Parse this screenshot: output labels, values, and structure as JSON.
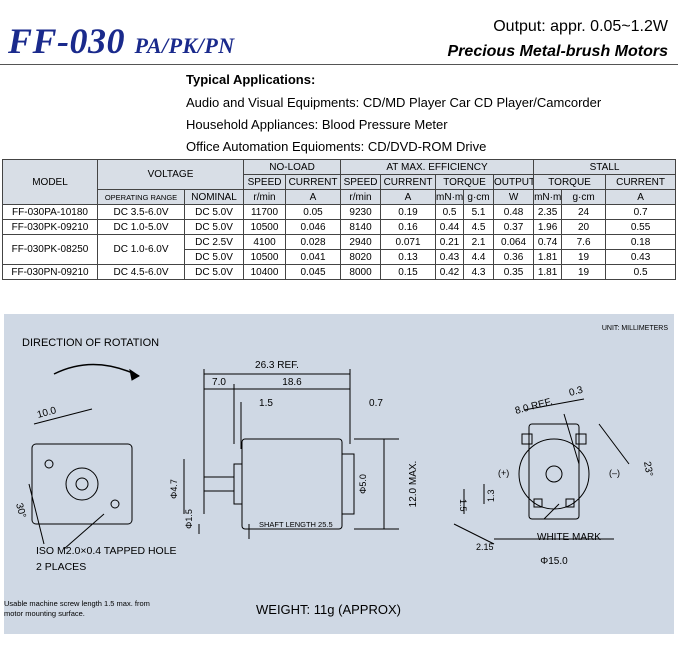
{
  "header": {
    "model": "FF-030",
    "model_suffix": "PA/PK/PN",
    "output": "Output: appr. 0.05~1.2W",
    "subtitle": "Precious Metal-brush Motors"
  },
  "applications": {
    "heading": "Typical Applications:",
    "lines": [
      "Audio and Visual Equipments: CD/MD Player Car CD Player/Camcorder",
      "Household Appliances: Blood Pressure Meter",
      "Office Automation Equioments: CD/DVD-ROM Drive"
    ]
  },
  "table": {
    "model": "MODEL",
    "voltage": "VOLTAGE",
    "no_load": "NO-LOAD",
    "max_eff": "AT MAX. EFFICIENCY",
    "stall": "STALL",
    "speed": "SPEED",
    "current": "CURRENT",
    "torque": "TORQUE",
    "output": "OUTPUT",
    "operating_range": "OPERATING RANGE",
    "nominal": "NOMINAL",
    "unit_rmin": "r/min",
    "unit_a": "A",
    "unit_mnm": "mN·m",
    "unit_gcm": "g·cm",
    "unit_w": "W",
    "rows": [
      {
        "model": "FF-030PA-10180",
        "range": "DC 3.5-6.0V",
        "nominal": "DC 5.0V",
        "nl_speed": "11700",
        "nl_current": "0.05",
        "me_speed": "9230",
        "me_current": "0.19",
        "me_tq_mnm": "0.5",
        "me_tq_gcm": "5.1",
        "me_output": "0.48",
        "st_tq_mnm": "2.35",
        "st_tq_gcm": "24",
        "st_current": "0.7"
      },
      {
        "model": "FF-030PK-09210",
        "range": "DC 1.0-5.0V",
        "nominal": "DC 5.0V",
        "nl_speed": "10500",
        "nl_current": "0.046",
        "me_speed": "8140",
        "me_current": "0.16",
        "me_tq_mnm": "0.44",
        "me_tq_gcm": "4.5",
        "me_output": "0.37",
        "st_tq_mnm": "1.96",
        "st_tq_gcm": "20",
        "st_current": "0.55"
      },
      {
        "model": "FF-030PK-08250",
        "range": "DC 1.0-6.0V",
        "nominal": "DC 2.5V",
        "nl_speed": "4100",
        "nl_current": "0.028",
        "me_speed": "2940",
        "me_current": "0.071",
        "me_tq_mnm": "0.21",
        "me_tq_gcm": "2.1",
        "me_output": "0.064",
        "st_tq_mnm": "0.74",
        "st_tq_gcm": "7.6",
        "st_current": "0.18"
      },
      {
        "nominal": "DC 5.0V",
        "nl_speed": "10500",
        "nl_current": "0.041",
        "me_speed": "8020",
        "me_current": "0.13",
        "me_tq_mnm": "0.43",
        "me_tq_gcm": "4.4",
        "me_output": "0.36",
        "st_tq_mnm": "1.81",
        "st_tq_gcm": "19",
        "st_current": "0.43"
      },
      {
        "model": "FF-030PN-09210",
        "range": "DC 4.5-6.0V",
        "nominal": "DC 5.0V",
        "nl_speed": "10400",
        "nl_current": "0.045",
        "me_speed": "8000",
        "me_current": "0.15",
        "me_tq_mnm": "0.42",
        "me_tq_gcm": "4.3",
        "me_output": "0.35",
        "st_tq_mnm": "1.81",
        "st_tq_gcm": "19",
        "st_current": "0.5"
      }
    ]
  },
  "drawing": {
    "unit": "UNIT: MILLIMETERS",
    "rotation": "DIRECTION OF ROTATION",
    "dim_10": "10.0",
    "dim_30": "30°",
    "hole": "ISO M2.0×0.4 TAPPED HOLE",
    "places": "2 PLACES",
    "screw_note_1": "Usable machine screw length 1.5 max. from",
    "screw_note_2": "motor mounting surface.",
    "dim_263": "26.3 REF.",
    "dim_70": "7.0",
    "dim_186": "18.6",
    "dim_15": "1.5",
    "dim_07": "0.7",
    "dim_phi47": "Φ4.7",
    "dim_phi15": "Φ1.5",
    "dim_phi50": "Φ5.0",
    "dim_12max": "12.0 MAX.",
    "shaft_length": "SHAFT LENGTH  25.5",
    "weight": "WEIGHT: 11g (APPROX)",
    "dim_80ref": "8.0 REF.",
    "dim_03": "0.3",
    "dim_23": "23°",
    "plus": "(+)",
    "minus": "(–)",
    "dim_13": "1.3",
    "dim_15b": "1.5",
    "dim_215": "2.15",
    "white_mark": "WHITE MARK",
    "dim_phi150": "Φ15.0"
  }
}
